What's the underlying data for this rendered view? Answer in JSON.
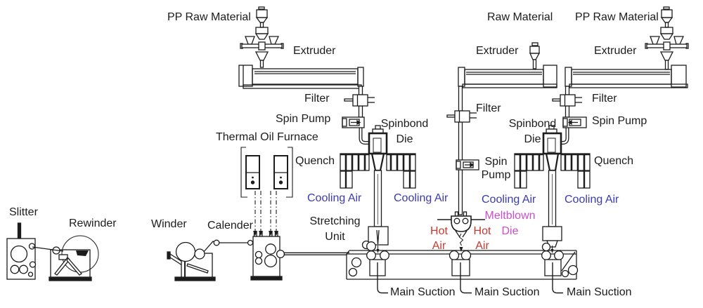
{
  "colors": {
    "ink": "#1c1c1c",
    "cooling_air_text": "#3b3bb0",
    "hot_air_text": "#c43a32",
    "meltblown_text": "#c74fc7"
  },
  "labels": {
    "pp_raw_material_left": "PP Raw Material",
    "extruder_left": "Extruder",
    "filter_left": "Filter",
    "spin_pump_left": "Spin Pump",
    "thermal_oil_furnace": "Thermal Oil Furnace",
    "spinbond_die_left_l1": "Spinbond",
    "spinbond_die_left_l2": "Die",
    "quench_left": "Quench",
    "cooling_air_1": "Cooling Air",
    "cooling_air_2": "Cooling Air",
    "stretching_unit_l1": "Stretching",
    "stretching_unit_l2": "Unit",
    "raw_material_center": "Raw Material",
    "extruder_center": "Extruder",
    "filter_center": "Filter",
    "spin_center": "Spin",
    "pump_center": "Pump",
    "meltblown_die_l1": "Meltblown",
    "meltblown_die_l2": "Die",
    "hot_left_l1": "Hot",
    "hot_left_l2": "Air",
    "hot_right_l1": "Hot",
    "hot_right_l2": "Air",
    "cooling_air_3": "Cooling Air",
    "cooling_air_4": "Cooling Air",
    "pp_raw_material_right": "PP Raw Material",
    "extruder_right": "Extruder",
    "filter_right": "Filter",
    "spin_pump_right": "Spin Pump",
    "spinbond_die_right_l1": "Spinbond",
    "spinbond_die_right_l2": "Die",
    "quench_right": "Quench",
    "slitter": "Slitter",
    "rewinder": "Rewinder",
    "winder": "Winder",
    "calender": "Calender",
    "main_suction_1": "Main Suction",
    "main_suction_2": "Main Suction",
    "main_suction_3": "Main Suction"
  }
}
